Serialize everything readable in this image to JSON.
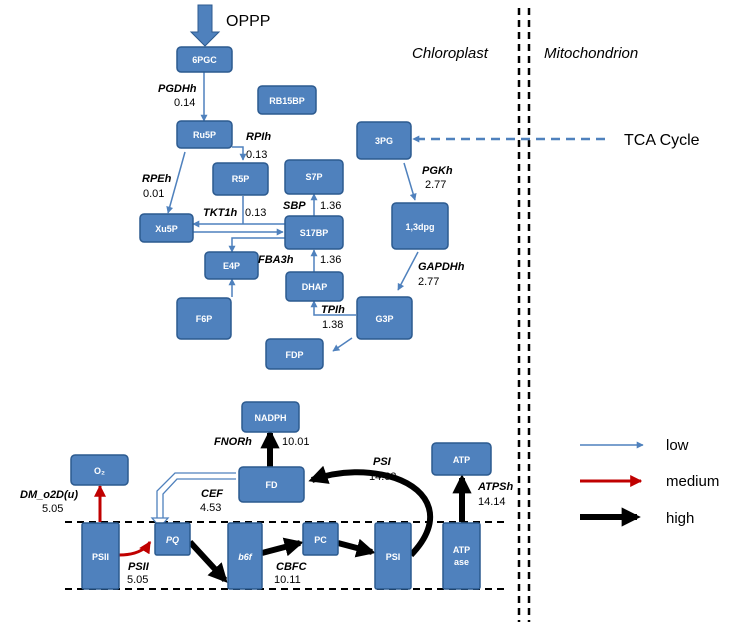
{
  "compartments": {
    "left": "Chloroplast",
    "right": "Mitochondrion"
  },
  "inputs": {
    "oppp": "OPPP",
    "tca": "TCA Cycle"
  },
  "nodes": {
    "6pgc": "6PGC",
    "ru5p": "Ru5P",
    "rb15bp": "RB15BP",
    "r5p": "R5P",
    "xu5p": "Xu5P",
    "s7p": "S7P",
    "s17bp": "S17BP",
    "e4p": "E4P",
    "f6p": "F6P",
    "dhap": "DHAP",
    "fdp": "FDP",
    "g3p": "G3P",
    "3pg": "3PG",
    "13dpg": "1,3dpg",
    "nadph": "NADPH",
    "o2": "O₂",
    "fd": "FD",
    "atp": "ATP",
    "psii": "PSII",
    "pq": "PQ",
    "b6f": "b6f",
    "pc": "PC",
    "psi": "PSI",
    "atpase_1": "ATP",
    "atpase_2": "ase"
  },
  "reactions": {
    "pgdhh": {
      "name": "PGDHh",
      "value": "0.14"
    },
    "rpih": {
      "name": "RPIh",
      "value": "0.13"
    },
    "rpeh": {
      "name": "RPEh",
      "value": "0.01"
    },
    "tkt1h": {
      "name": "TKT1h",
      "value": "0.13"
    },
    "sbp": {
      "name": "SBP",
      "value": "1.36"
    },
    "fba3h": {
      "name": "FBA3h",
      "value": "1.36"
    },
    "tpih": {
      "name": "TPIh",
      "value": "1.38"
    },
    "pgkh": {
      "name": "PGKh",
      "value": "2.77"
    },
    "gapdhh": {
      "name": "GAPDHh",
      "value": "2.77"
    },
    "fnorh": {
      "name": "FNORh",
      "value": "10.01"
    },
    "dm_o2d": {
      "name": "DM_o2D(u)",
      "value": "5.05"
    },
    "cef": {
      "name": "CEF",
      "value": "4.53"
    },
    "psii_flux": {
      "name": "PSII",
      "value": "5.05"
    },
    "cbfc": {
      "name": "CBFC",
      "value": "10.11"
    },
    "psi_flux": {
      "name": "PSI",
      "value": "14.63"
    },
    "atpsh": {
      "name": "ATPSh",
      "value": "14.14"
    }
  },
  "legend": {
    "items": [
      {
        "label": "low",
        "color": "#4f81bd"
      },
      {
        "label": "medium",
        "color": "#c00000"
      },
      {
        "label": "high",
        "color": "#000000"
      }
    ]
  },
  "colors": {
    "node": "#4f81bd",
    "low": "#4f81bd",
    "medium": "#c00000",
    "high": "#000000"
  }
}
